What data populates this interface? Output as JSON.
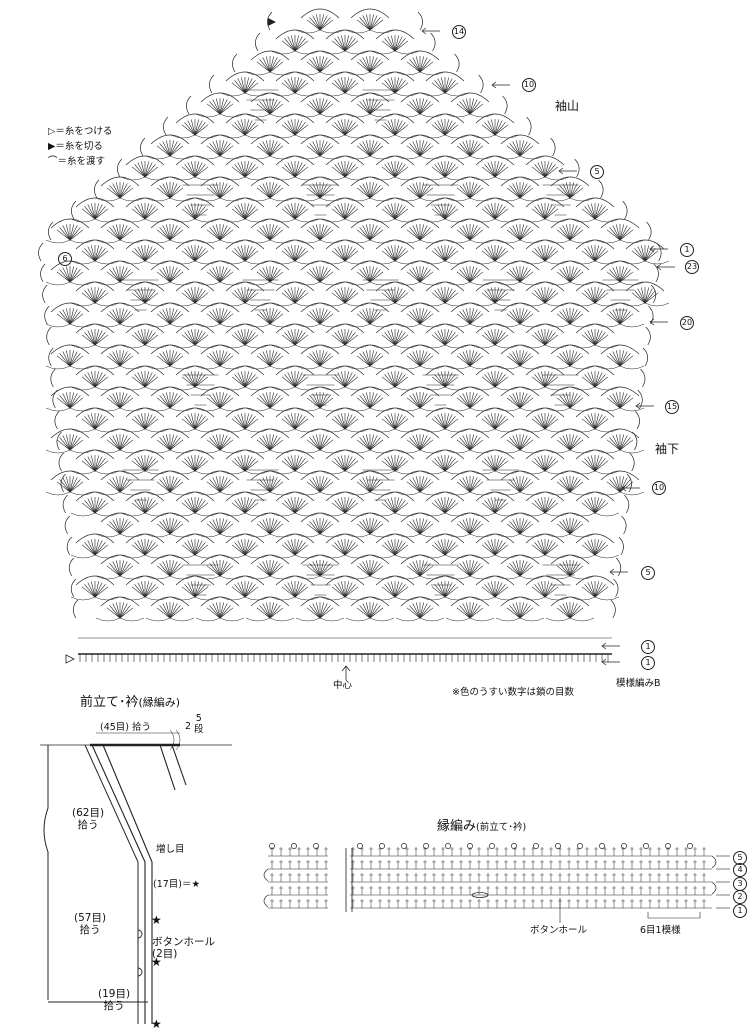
{
  "legend": [
    {
      "symbol": "▷",
      "text": "＝糸をつける"
    },
    {
      "symbol": "▶",
      "text": "＝糸を切る"
    },
    {
      "symbol": "⌒",
      "text": "＝糸を渡す"
    }
  ],
  "sleeve": {
    "cap_label": "袖山",
    "underarm_label": "袖下",
    "center_label": "中心",
    "note": "※色のうすい数字は鎖の目数",
    "pattern_label": "模様編みB",
    "rows_cap": [
      "⑭",
      "⑩",
      "⑤",
      "①"
    ],
    "rows_cap_num": [
      "14",
      "10",
      "5",
      "1"
    ],
    "rows_left_6": "6",
    "rows_sleeve_num": [
      "23",
      "20",
      "15",
      "10",
      "5",
      "1",
      "1"
    ]
  },
  "front_band": {
    "title": "前立て･衿",
    "title_paren": "(縁編み)",
    "top_pickup": "(45目) 拾う",
    "top_pickup_num": "2",
    "top_rows": "5",
    "top_rows_unit": "段",
    "neck_pickup": "(62目)\n拾う",
    "increase": "増し目",
    "star_eq": "(17目)＝★",
    "mid_pickup": "(57目)\n拾う",
    "buttonhole": "ボタンホール\n(2目)",
    "bottom_pickup": "(19目)\n拾う"
  },
  "edging": {
    "title": "縁編み",
    "title_paren": "(前立て･衿)",
    "buttonhole": "ボタンホール",
    "repeat": "6目1模様",
    "rows": [
      "5",
      "4",
      "3",
      "2",
      "1"
    ]
  }
}
